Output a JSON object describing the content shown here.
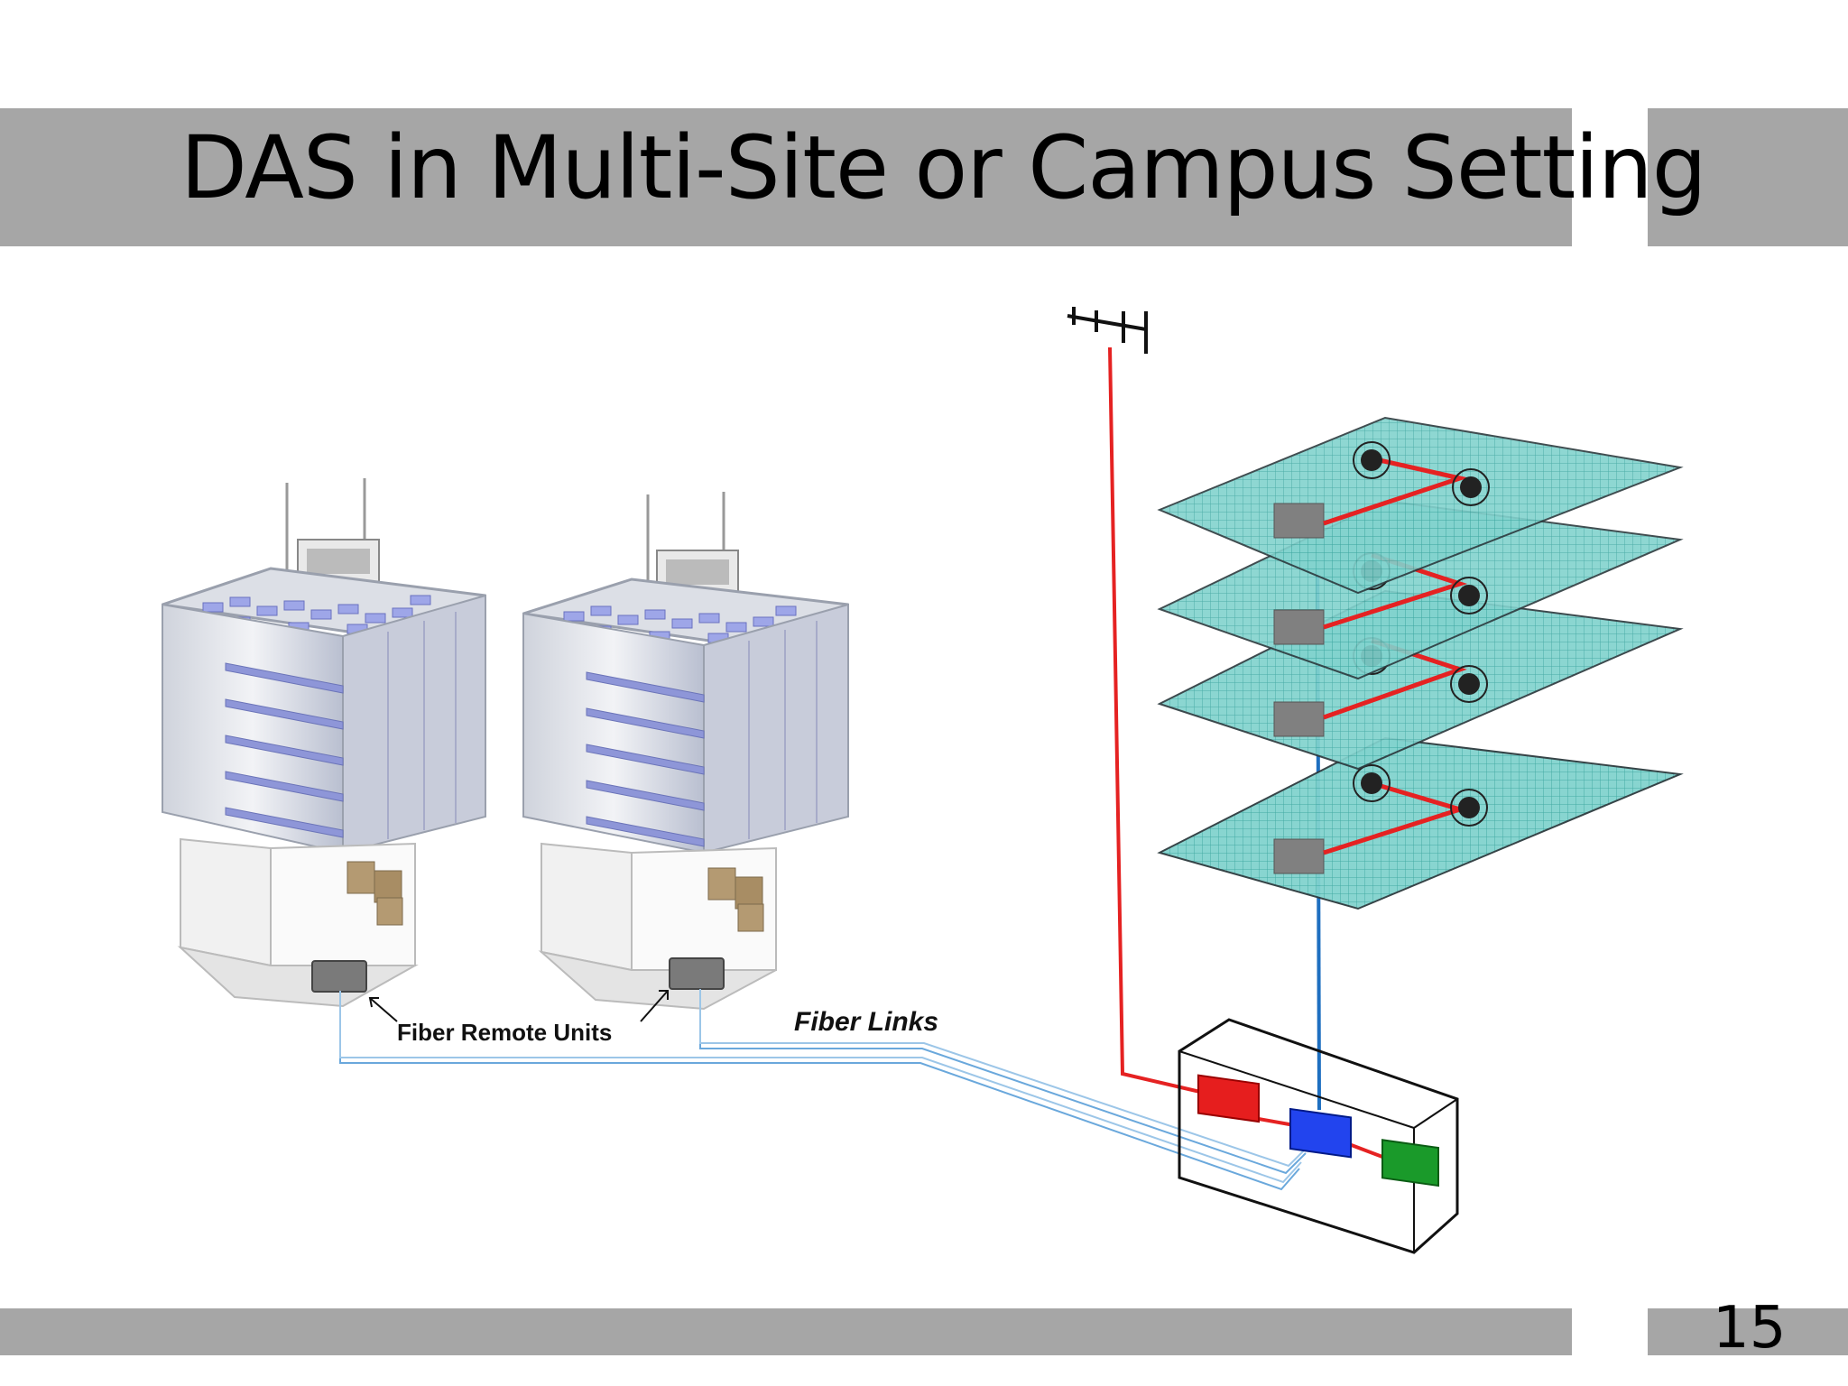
{
  "slide": {
    "title": "DAS in Multi-Site or Campus Setting",
    "page_number": "15"
  },
  "diagram": {
    "labels": {
      "fiber_remote_units": "Fiber Remote Units",
      "fiber_links": "Fiber Links"
    },
    "colors": {
      "header_bar": "#a6a6a6",
      "floor_plate": "#7fd1cc",
      "rf_cable": "#e52222",
      "fiber_riser": "#1e6fc0",
      "fiber_link": "#6aa8dc",
      "head_end_red": "#e61e1e",
      "head_end_blue": "#2244ee",
      "head_end_green": "#1a9a2a"
    }
  }
}
